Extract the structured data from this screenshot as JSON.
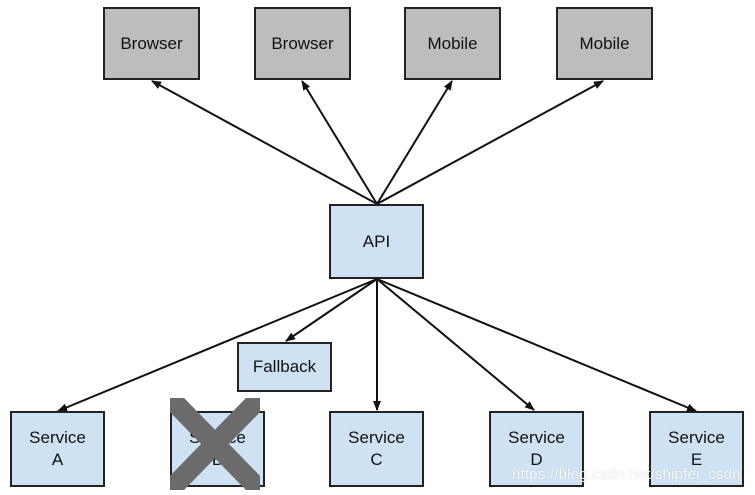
{
  "clients": [
    {
      "label": "Browser"
    },
    {
      "label": "Browser"
    },
    {
      "label": "Mobile"
    },
    {
      "label": "Mobile"
    }
  ],
  "api": {
    "label": "API"
  },
  "fallback": {
    "label": "Fallback"
  },
  "services": [
    {
      "line1": "Service",
      "line2": "A",
      "failed": false
    },
    {
      "line1": "Service",
      "line2": "B",
      "failed": true
    },
    {
      "line1": "Service",
      "line2": "C",
      "failed": false
    },
    {
      "line1": "Service",
      "line2": "D",
      "failed": false
    },
    {
      "line1": "Service",
      "line2": "E",
      "failed": false
    }
  ],
  "watermark": "https://blog.csdn.net/shipfei_csdn",
  "colors": {
    "client_fill": "#bdbdbd",
    "service_fill": "#cfe2f3",
    "failure_mark": "#6b6b6b"
  }
}
